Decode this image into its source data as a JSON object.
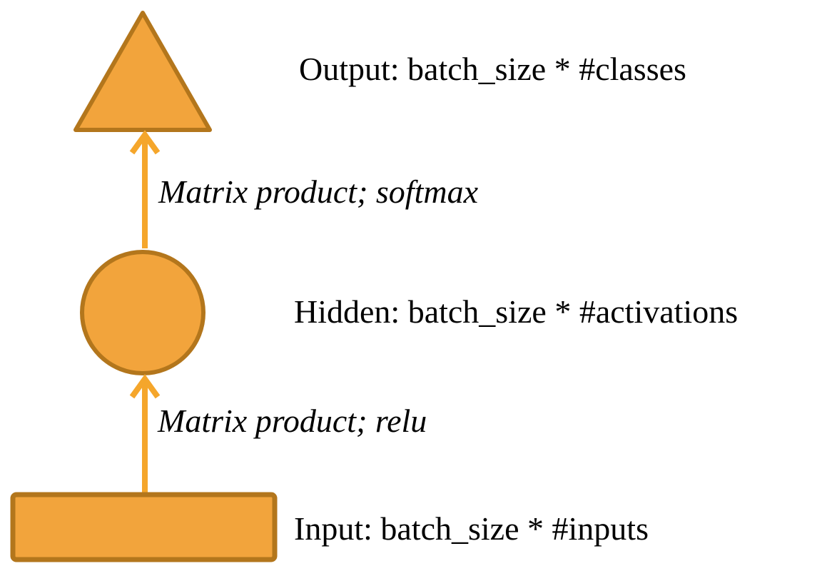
{
  "diagram": {
    "title": "feed-forward network shapes diagram",
    "nodes": [
      {
        "id": "output",
        "shape": "triangle",
        "label": "Output: batch_size * #classes"
      },
      {
        "id": "hidden",
        "shape": "circle",
        "label": "Hidden: batch_size * #activations"
      },
      {
        "id": "input",
        "shape": "rectangle",
        "label": "Input: batch_size * #inputs"
      }
    ],
    "edges": [
      {
        "from": "hidden",
        "to": "output",
        "label": "Matrix product; softmax"
      },
      {
        "from": "input",
        "to": "hidden",
        "label": "Matrix product; relu"
      }
    ],
    "colors": {
      "shape_fill": "#F2A43C",
      "shape_stroke": "#B3761C",
      "arrow": "#F5A62B",
      "label_text": "#000000",
      "background": "#FFFFFF"
    }
  }
}
